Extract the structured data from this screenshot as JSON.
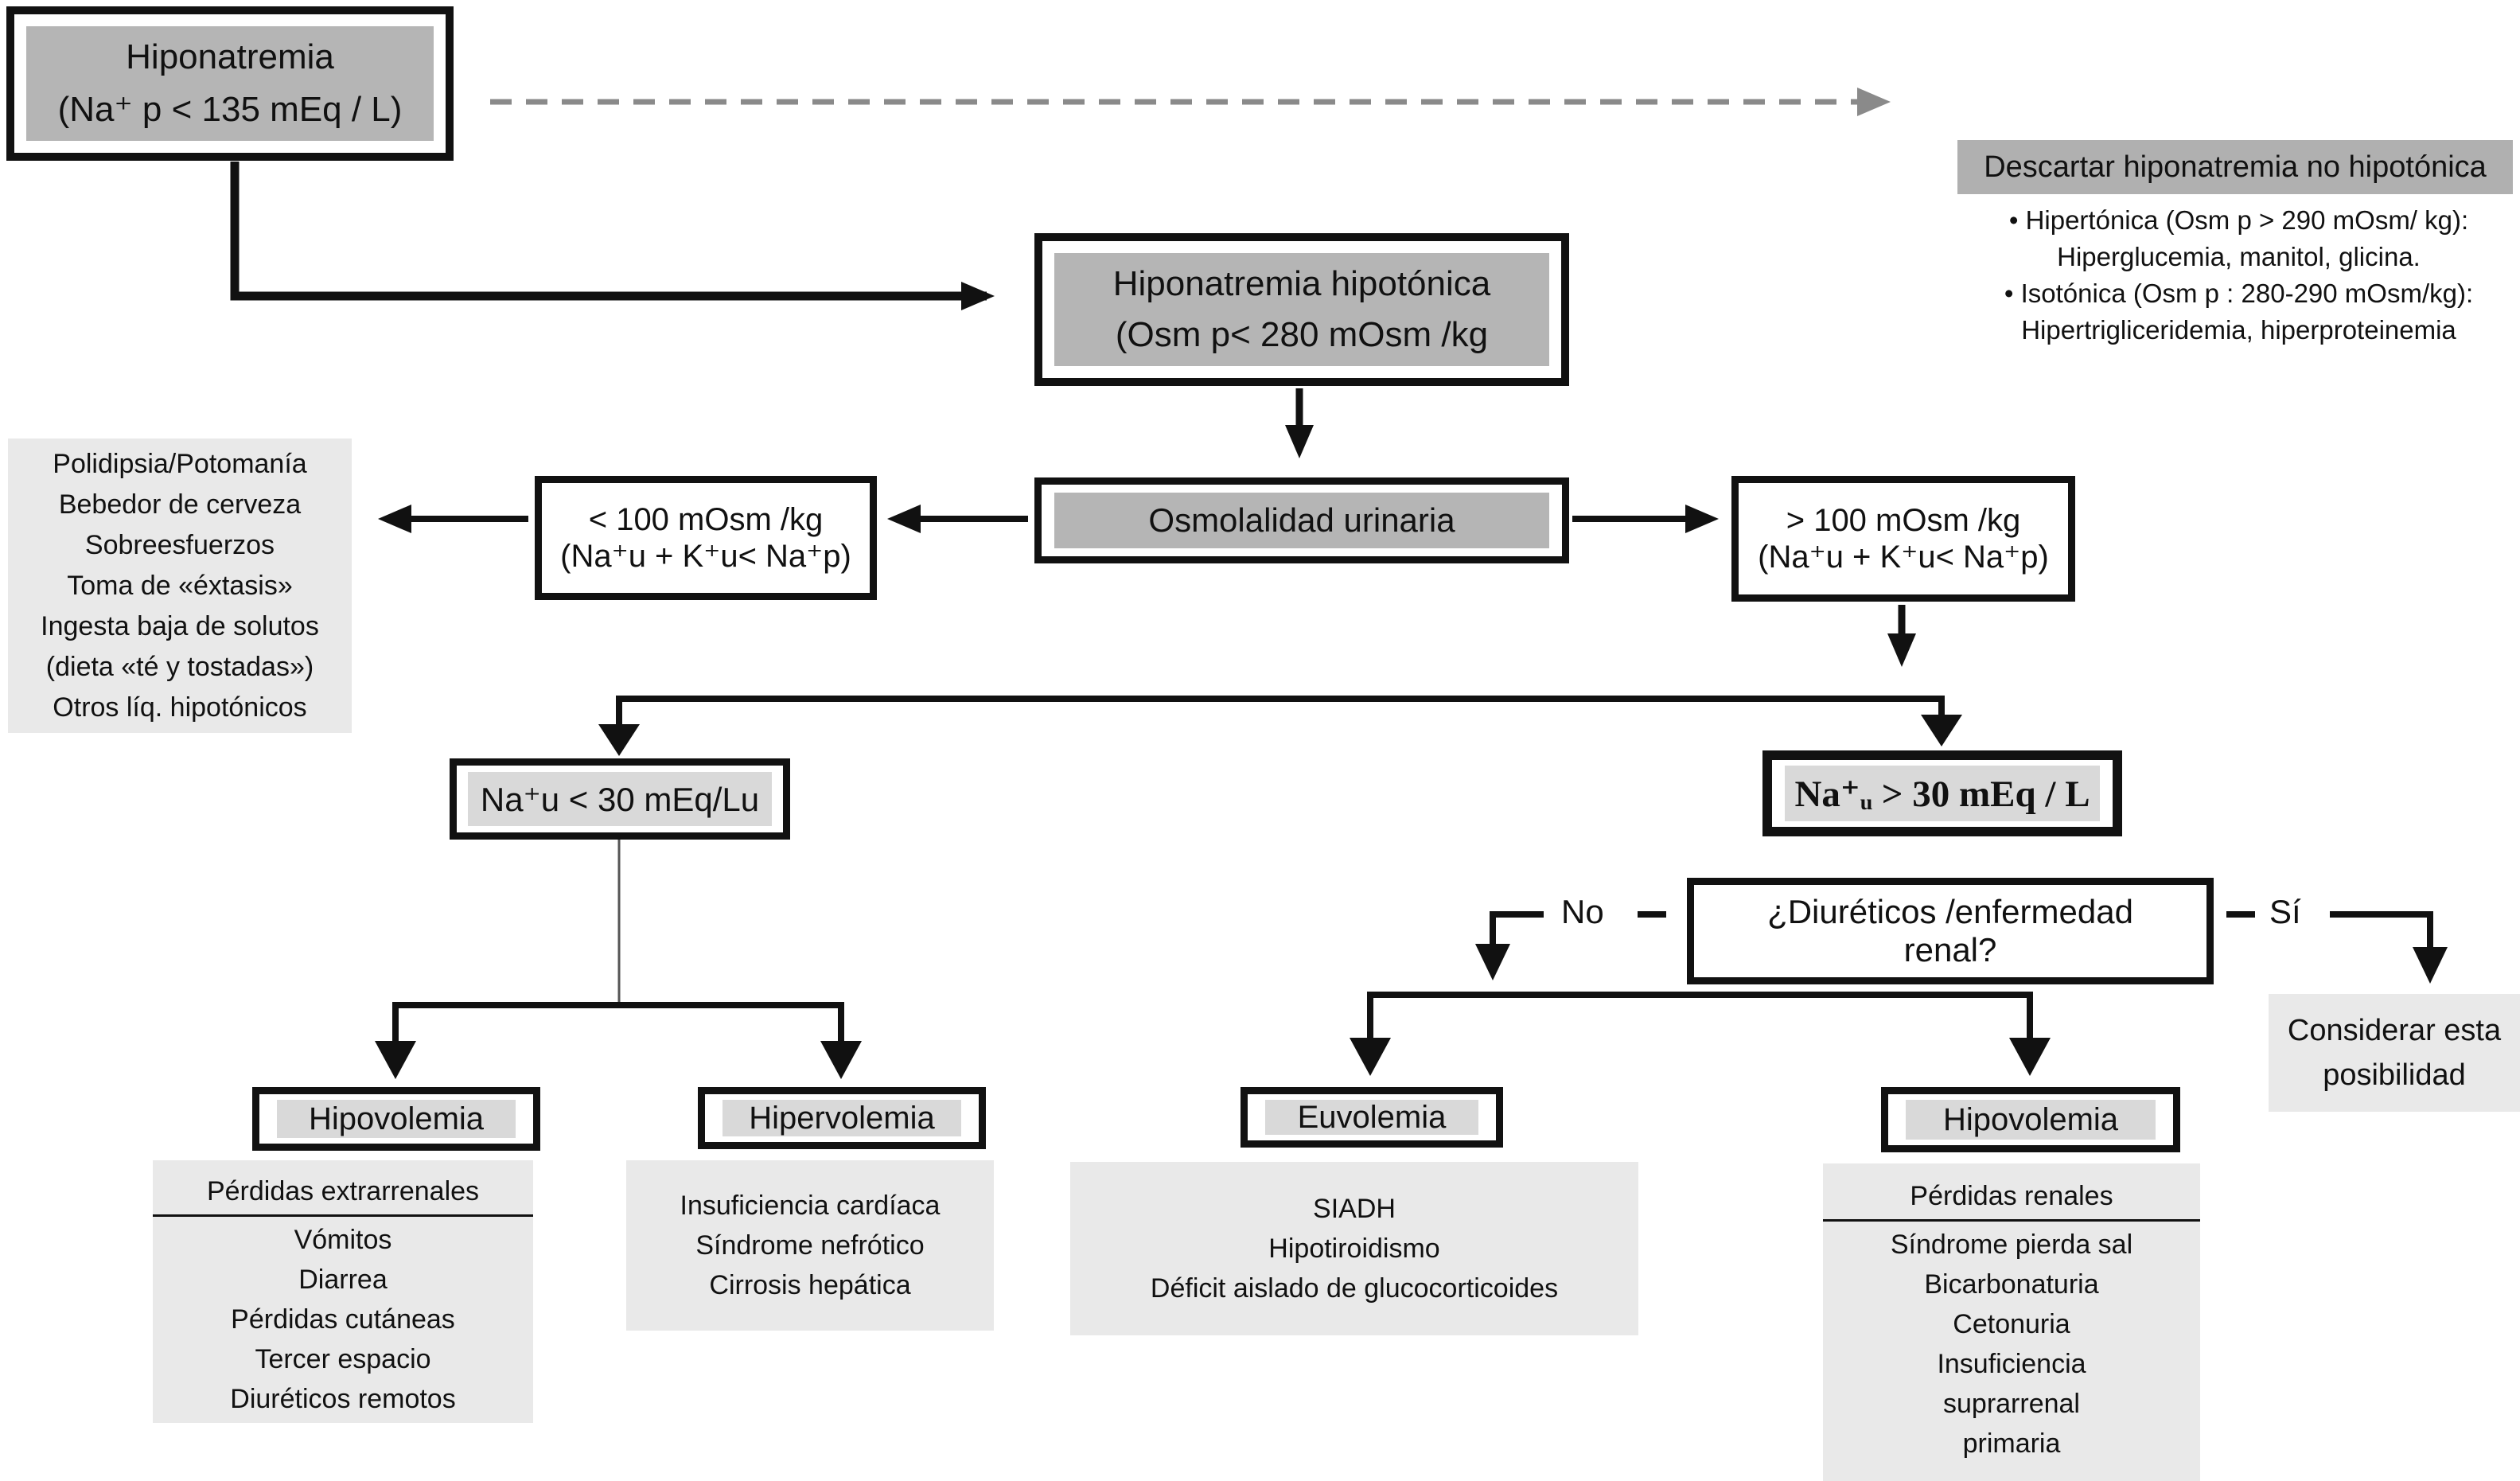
{
  "colors": {
    "node_fill_dark": "#b5b5b5",
    "node_fill_light": "#d9d9d9",
    "panel_gray": "#e9e9e9",
    "border_black": "#111111",
    "dashed_arrow_gray": "#8a8a8a"
  },
  "start": {
    "title": "Hiponatremia",
    "subtitle": "(Na⁺ p < 135 mEq / L)"
  },
  "rule_out": {
    "title": "Descartar hiponatremia no hipotónica",
    "lines": [
      "• Hipertónica (Osm p > 290 mOsm/ kg):",
      "Hiperglucemia, manitol, glicina.",
      "• Isotónica (Osm p : 280-290 mOsm/kg):",
      "Hipertrigliceridemia, hiperproteinemia"
    ]
  },
  "hypotonic": {
    "title": "Hiponatremia hipotónica",
    "subtitle": "(Osm p< 280 mOsm /kg"
  },
  "urine_osmolality": {
    "label": "Osmolalidad urinaria"
  },
  "osm_low": {
    "line1": "< 100 mOsm /kg",
    "line2": "(Na⁺u + K⁺u< Na⁺p)"
  },
  "osm_high": {
    "line1": "> 100 mOsm /kg",
    "line2": "(Na⁺u + K⁺u< Na⁺p)"
  },
  "low_solute_causes": [
    "Polidipsia/Potomanía",
    "Bebedor de cerveza",
    "Sobreesfuerzos",
    "Toma de «éxtasis»",
    "Ingesta baja de solutos",
    "(dieta «té y tostadas»)",
    "Otros líq. hipotónicos"
  ],
  "sodium_low": {
    "label": "Na⁺u < 30 mEq/Lu"
  },
  "sodium_high": {
    "label": "Na⁺ᵤ > 30 mEq / L"
  },
  "diuretics_question": {
    "line1": "¿Diuréticos /enfermedad",
    "line2": "renal?",
    "no_label": "No",
    "yes_label": "Sí",
    "no_dash": "-",
    "yes_dash": "-"
  },
  "consider": {
    "line1": "Considerar esta",
    "line2": "posibilidad"
  },
  "outcomes": {
    "hypovolemia_extrarenal": "Hipovolemia",
    "hypervolemia": "Hipervolemia",
    "euvolemia": "Euvolemia",
    "hypovolemia_renal": "Hipovolemia"
  },
  "extrarenal_losses": {
    "header": "Pérdidas extrarrenales",
    "items": [
      "Vómitos",
      "Diarrea",
      "Pérdidas cutáneas",
      "Tercer espacio",
      "Diuréticos remotos"
    ]
  },
  "hypervolemia_causes": [
    "Insuficiencia cardíaca",
    "Síndrome nefrótico",
    "Cirrosis hepática"
  ],
  "euvolemia_causes": [
    "SIADH",
    "Hipotiroidismo",
    "Déficit aislado de glucocorticoides"
  ],
  "renal_losses": {
    "header": "Pérdidas renales",
    "items": [
      "Síndrome pierda sal",
      "Bicarbonaturia",
      "Cetonuria",
      "Insuficiencia",
      "suprarrenal",
      "primaria"
    ]
  }
}
